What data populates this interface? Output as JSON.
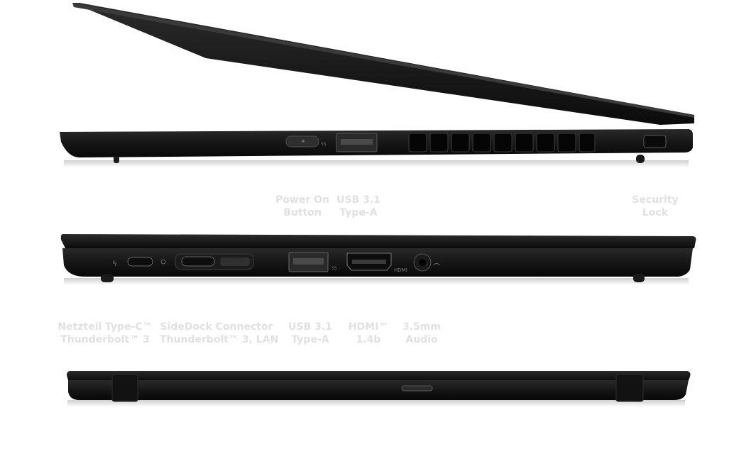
{
  "colors": {
    "chassis": "#141414",
    "chassis_edge": "#2a2a2a",
    "port": "#3a3a3a",
    "label": "#e1e1e1"
  },
  "right_side": {
    "labels": [
      {
        "line1": "Power On",
        "line2": "Button"
      },
      {
        "line1": "USB 3.1",
        "line2": "Type-A"
      },
      {
        "line1": "Security",
        "line2": "Lock"
      }
    ]
  },
  "left_side": {
    "labels": [
      {
        "line1": "Netzteil Type-C™",
        "line2": "Thunderbolt™ 3"
      },
      {
        "line1": "SideDock Connector",
        "line2": "Thunderbolt™ 3, LAN"
      },
      {
        "line1": "USB 3.1",
        "line2": "Type-A"
      },
      {
        "line1": "HDMI™",
        "line2": "1.4b"
      },
      {
        "line1": "3.5mm",
        "line2": "Audio"
      }
    ],
    "port_text": {
      "hdmi": "HDMI"
    }
  }
}
